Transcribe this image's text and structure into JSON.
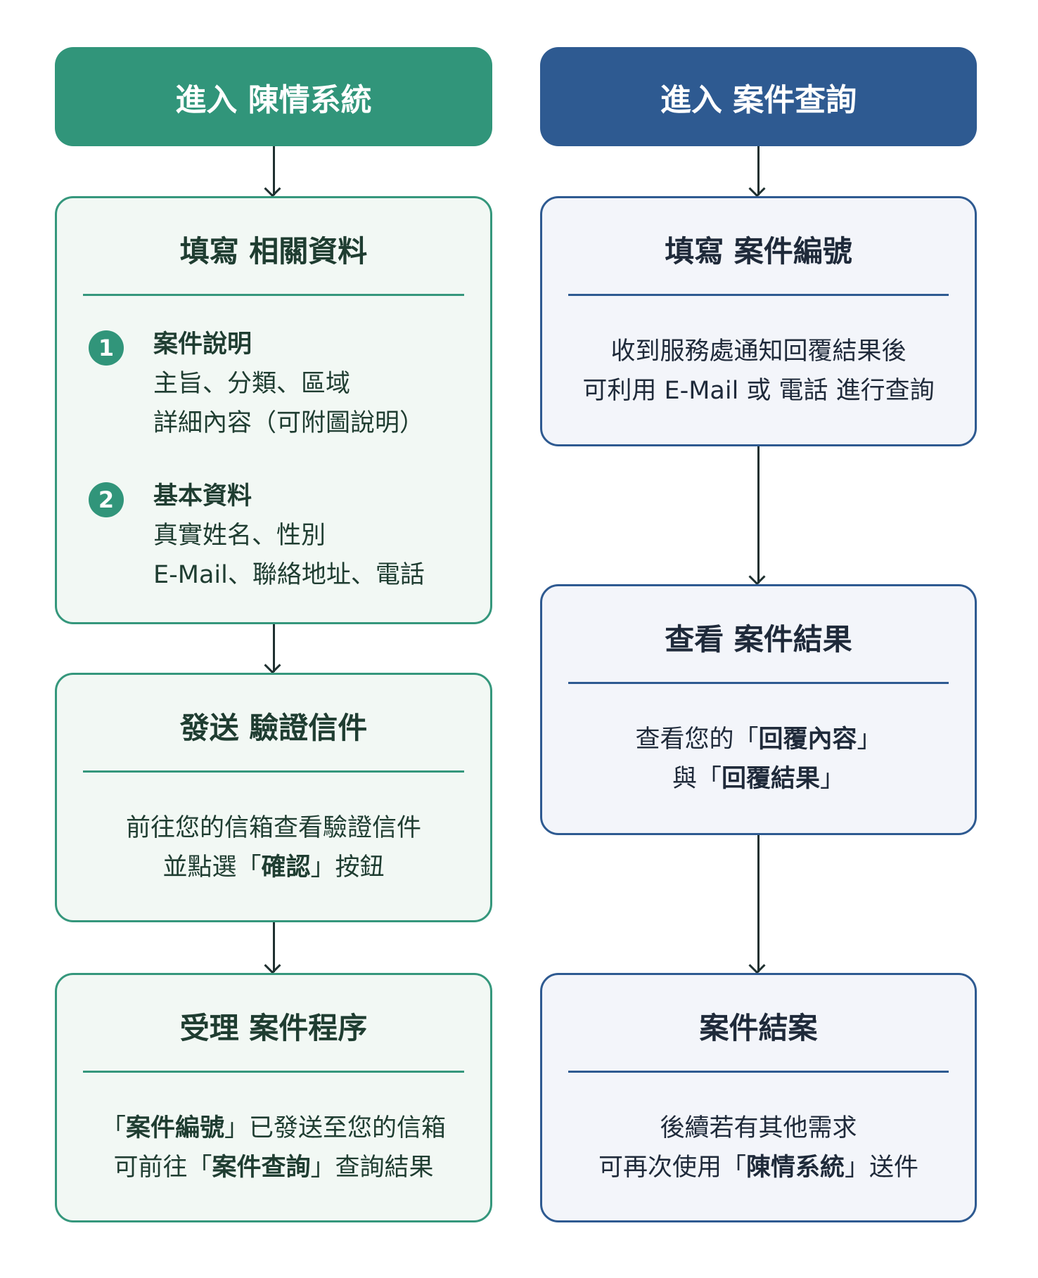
{
  "left": {
    "header": "進入 陳情系統",
    "fill": {
      "title": "填寫 相關資料",
      "items": [
        {
          "num": "1",
          "title": "案件說明",
          "lines": [
            "主旨、分類、區域",
            "詳細內容（可附圖說明）"
          ]
        },
        {
          "num": "2",
          "title": "基本資料",
          "lines": [
            "真實姓名、性別",
            "E-Mail、聯絡地址、電話"
          ]
        }
      ]
    },
    "verify": {
      "title": "發送 驗證信件",
      "line1": "前往您的信箱查看驗證信件",
      "line2_pre": "並點選「",
      "line2_bold": "確認",
      "line2_post": "」按鈕"
    },
    "accept": {
      "title": "受理 案件程序",
      "l1_pre": "「",
      "l1_bold": "案件編號",
      "l1_post": "」已發送至您的信箱",
      "l2_pre": "可前往「",
      "l2_bold": "案件查詢",
      "l2_post": "」查詢結果"
    }
  },
  "right": {
    "header": "進入 案件查詢",
    "fill": {
      "title": "填寫 案件編號",
      "line1": "收到服務處通知回覆結果後",
      "line2": "可利用 E-Mail 或 電話 進行查詢"
    },
    "view": {
      "title": "查看 案件結果",
      "l1_pre": "查看您的「",
      "l1_bold": "回覆內容",
      "l1_post": "」",
      "l2_pre": "與「",
      "l2_bold": "回覆結果",
      "l2_post": "」"
    },
    "close": {
      "title": "案件結案",
      "line1": "後續若有其他需求",
      "l2_pre": "可再次使用「",
      "l2_bold": "陳情系統",
      "l2_post": "」送件"
    }
  }
}
